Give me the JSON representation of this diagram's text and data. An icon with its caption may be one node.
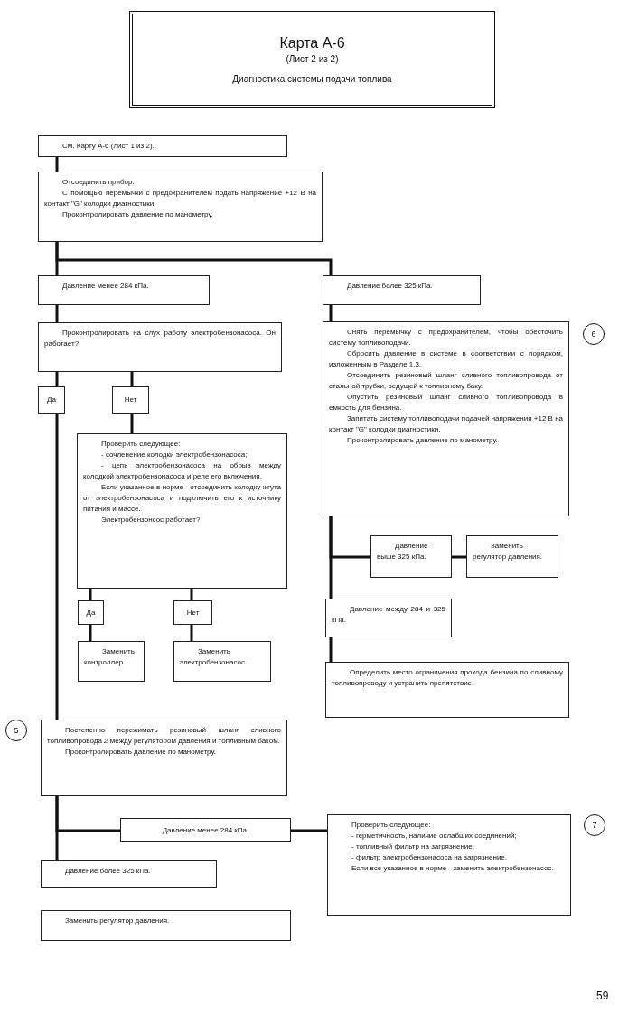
{
  "diagram": {
    "nodes": [
      {
        "text": [
          "Карта А-6",
          "(Лист 2 из 2)",
          "Диагностика системы подачи топлива"
        ]
      },
      {
        "text": [
          "См. Карту А-6 (лист 1 из 2)."
        ]
      },
      {
        "text": [
          "Отсоединить прибор.",
          "С помощью перемычки с предохранителем подать напряжение +12 В на контакт \"G\" колодки диагностики.",
          "Проконтролировать давление по манометру."
        ]
      },
      {
        "text": [
          "Давление менее 284 кПа."
        ]
      },
      {
        "text": [
          "Давление более 325 кПа."
        ]
      },
      {
        "text": [
          "Проконтролировать на слух работу электробензонасоса. Он работает?"
        ]
      },
      {
        "text": [
          "Да"
        ]
      },
      {
        "text": [
          "Нет"
        ]
      },
      {
        "text": [
          "Проверить следующее:",
          "- сочленение колодки электробензонасоса;",
          "- цепь электробензонасоса на обрыв между колодкой электробензонасоса и реле его включения.",
          "Если указанное в норме - отсоединить колодку жгута от электробензонасоса и подключить его к источнику питания и массе.",
          "Электробензонсос работает?"
        ]
      },
      {
        "text": [
          "Снять перемычку с предохранителем, чтобы обесточить систему топливоподачи.",
          "Сбросить давление в системе в соответствии с порядком, изложенным в Разделе 1.3.",
          "Отсоединить резиновый шланг сливного топливопровода от стальной трубки, ведущей к топливному баку.",
          "Опустить резиновый шланг сливного топливопровода в емкость для бензина.",
          "Запитать систему топливоподачи подачей напряжения +12 В на контакт \"G\" колодки диагностики.",
          "Проконтролировать давление по манометру."
        ],
        "beside": [
          "6"
        ]
      },
      {
        "text": [
          "Давление выше 325 кПа."
        ]
      },
      {
        "text": [
          "Заменить регулятор давления."
        ]
      },
      {
        "text": [
          "Давление между 284 и 325 кПа."
        ]
      },
      {
        "text": [
          "Определить место ограничения прохода бензина по сливному топливопроводу и устранить препятствие."
        ]
      },
      {
        "text": [
          "Да"
        ]
      },
      {
        "text": [
          "Нет"
        ]
      },
      {
        "text": [
          "Заменить контроллер."
        ]
      },
      {
        "text": [
          "Заменить электробензонасос."
        ]
      },
      {
        "text": [
          "Постепенно пережимать резиновый шланг сливного топливопровода *2* между регулятором давления и топливным баком.",
          "Проконтролировать давление по манометру."
        ],
        "beside": [
          "5"
        ]
      },
      {
        "text": [
          "Давление менее 284 кПа."
        ]
      },
      {
        "text": [
          "Давление более 325 кПа."
        ]
      },
      {
        "text": [
          "Заменить регулятор давления."
        ]
      },
      {
        "text": [
          "Проверить следующее:",
          "- герметичность, наличие ослабших соединений;",
          "- топливный фильтр на загрязнение;",
          "- фильтр электробензонасоса на загрязнение.",
          "Если все указанное в норме - заменить электробензонасос."
        ],
        "beside": [
          "7"
        ]
      }
    ],
    "edges": [
      {
        "from": 1,
        "to": 2,
        "arrow": "none"
      },
      {
        "from": 2,
        "to": 3,
        "arrow": "none"
      },
      {
        "from": 2,
        "to": 4,
        "arrow": "none"
      },
      {
        "from": 3,
        "to": 5,
        "arrow": "none"
      },
      {
        "from": 5,
        "to": 6,
        "arrow": "none"
      },
      {
        "from": 5,
        "to": 7,
        "arrow": "none"
      },
      {
        "from": 6,
        "to": 18,
        "arrow": "none"
      },
      {
        "from": 7,
        "to": 8,
        "arrow": "none"
      },
      {
        "from": 8,
        "to": 14,
        "arrow": "none"
      },
      {
        "from": 8,
        "to": 15,
        "arrow": "none"
      },
      {
        "from": 14,
        "to": 16,
        "arrow": "none"
      },
      {
        "from": 15,
        "to": 17,
        "arrow": "none"
      },
      {
        "from": 4,
        "to": 9,
        "arrow": "none"
      },
      {
        "from": 9,
        "to": 10,
        "arrow": "none"
      },
      {
        "from": 10,
        "to": 11,
        "arrow": "none"
      },
      {
        "from": 9,
        "to": 12,
        "arrow": "none"
      },
      {
        "from": 12,
        "to": 13,
        "arrow": "none"
      },
      {
        "from": 18,
        "to": 19,
        "arrow": "none"
      },
      {
        "from": 18,
        "to": 20,
        "arrow": "none"
      },
      {
        "from": 19,
        "to": 22,
        "arrow": "none"
      }
    ],
    "labels": [
      "59"
    ]
  }
}
